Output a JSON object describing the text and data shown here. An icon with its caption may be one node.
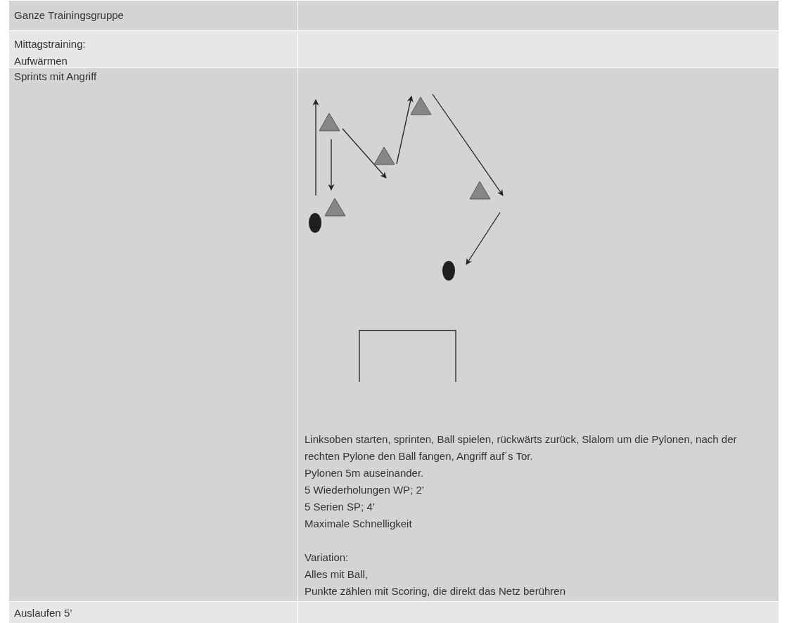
{
  "diagram": {
    "labels": [
      "Ganze Trainingsgruppe",
      "Mittagstraining: Aufwärmen",
      "Sprints mit Angriff",
      "Linksoben starten, sprinten, Ball spielen, rückwärts zurück, Slalom um die Pylonen, nach der rechten Pylone den Ball fangen, Angriff auf´s Tor.",
      "Pylonen 5m auseinander.",
      "5 Wiederholungen WP; 2’",
      "5 Serien SP; 4’",
      "Maximale Schnelligkeit",
      "Variation:",
      "Alles mit Ball,",
      "Punkte zählen mit Scoring, die direkt das Netz berühren",
      "Auslaufen 5’"
    ]
  }
}
